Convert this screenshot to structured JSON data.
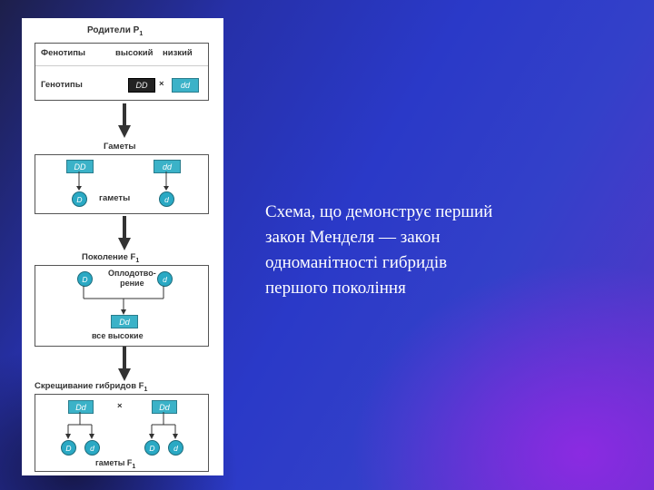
{
  "diagram": {
    "title": "Родители P",
    "title_sub": "1",
    "phenotypes_label": "Фенотипы",
    "phenotype_tall": "высокий",
    "phenotype_short": "низкий",
    "genotypes_label": "Генотипы",
    "genotype_parent1": "DD",
    "genotype_parent2": "dd",
    "cross_symbol": "×",
    "gametes_title": "Гаметы",
    "gametes_label": "гаметы",
    "gamete_dd1": "DD",
    "gamete_dd2": "dd",
    "gamete_D": "D",
    "gamete_d": "d",
    "f1_title": "Поколение F",
    "f1_sub": "1",
    "fertilization_label": "Оплодотво-\nрение",
    "f1_genotype": "Dd",
    "f1_phenotype": "все высокие",
    "cross_f1_title": "Скрещивание гибридов F",
    "cross_f1_sub": "1",
    "hybrid1": "Dd",
    "hybrid2": "Dd",
    "gametes_f1_label": "гаметы F",
    "gametes_f1_sub": "1"
  },
  "caption": "Схема, що демонструє перший\nзакон Менделя — закон\nодноманітності гибридів\nпершого покоління",
  "colors": {
    "chip": "#3bb2c8",
    "chip_dark": "#222222",
    "background_blue": "#2a39c8",
    "background_purple": "#9628e6"
  }
}
